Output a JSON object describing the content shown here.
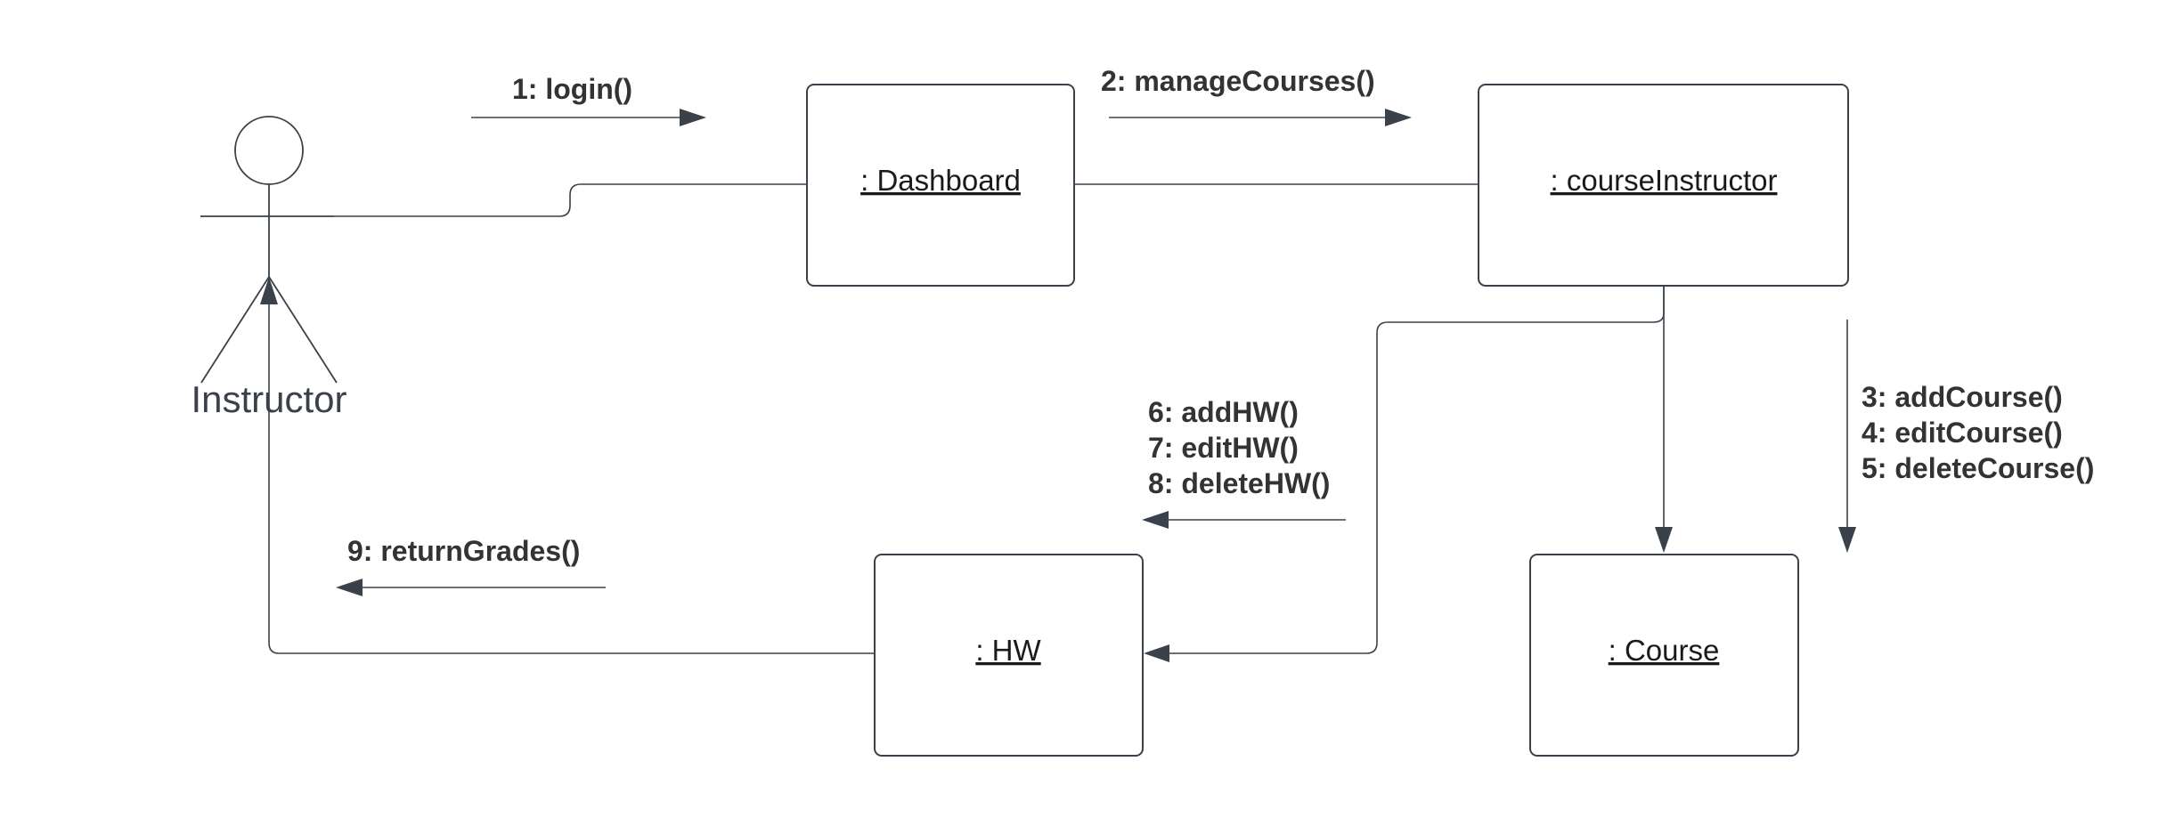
{
  "actor": {
    "name": "Instructor"
  },
  "objects": {
    "dashboard": ": Dashboard",
    "course_instructor": ": courseInstructor",
    "hw": ": HW",
    "course": ": Course"
  },
  "messages": {
    "m1": "1: login()",
    "m2": "2: manageCourses()",
    "m3": "3: addCourse()",
    "m4": "4: editCourse()",
    "m5": "5: deleteCourse()",
    "m6": "6: addHW()",
    "m7": "7: editHW()",
    "m8": "8: deleteHW()",
    "m9": "9: returnGrades()"
  },
  "colors": {
    "line": "#3a414a",
    "text": "#333333",
    "background": "#ffffff"
  }
}
